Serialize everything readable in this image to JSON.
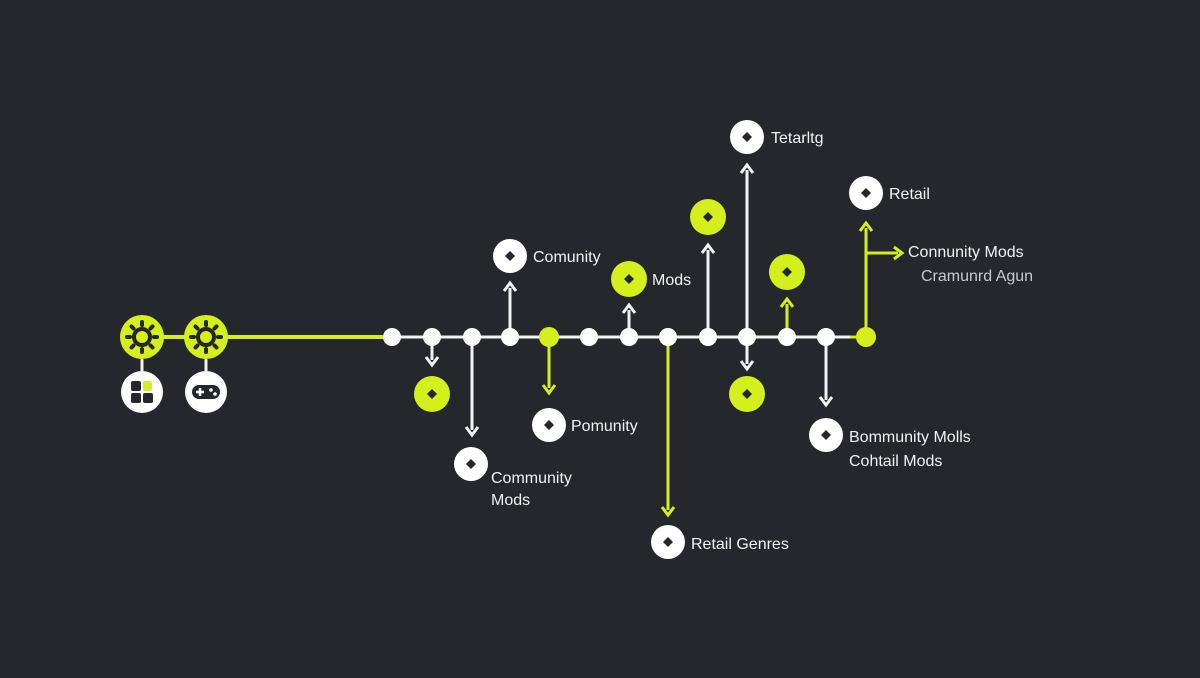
{
  "colors": {
    "background": "#25272d",
    "accent": "#d4f01c",
    "node": "#ffffff",
    "line_white": "#f2f2f2",
    "text": "#f2f2f2",
    "subtext": "#c9c9c9"
  },
  "start_icons": [
    "gear-icon",
    "gear-icon",
    "grid-icon",
    "gamepad-icon"
  ],
  "labels": {
    "comunity": "Comunity",
    "mods": "Mods",
    "tetarltg": "Tetarltg",
    "retail": "Retail",
    "connunity_mods": "Connunity Mods",
    "cramunrd_agun": "Cramunrd Agun",
    "community_mods_line1": "Community",
    "community_mods_line2": "Mods",
    "pomunity": "Pomunity",
    "retail_genres": "Retail Genres",
    "bommunity_molls": "Bommunity Molls",
    "cohtail_mods": "Cohtail Mods"
  }
}
